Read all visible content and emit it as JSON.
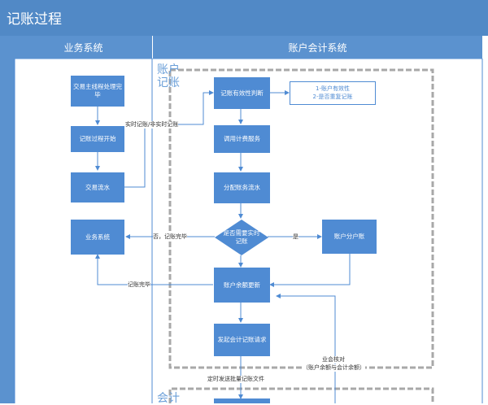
{
  "title": "记账过程",
  "lanes": {
    "business": "业务系统",
    "account": "账户会计系统"
  },
  "groups": {
    "account_booking": "账户\n记账",
    "accounting_booking": "会计"
  },
  "business_nodes": {
    "trade_main": "交易主线程处理完毕",
    "booking_start": "记账过程开始",
    "trade_flow": "交易流水",
    "business_system": "业务系统"
  },
  "account_nodes": {
    "validity_check": "记账有效性判断",
    "call_billing": "调用计费服务",
    "allocate_flow": "分配账务流水",
    "decision": "是否需要实时记账",
    "sub_account": "账户分户账",
    "balance_update": "账户余额更新",
    "initiate_request": "发起会计记账请求"
  },
  "note": [
    "1-账户有效性",
    "2-是否重复记账"
  ],
  "edge_labels": {
    "realtime": "实时记账/非实时记账",
    "no_done": "否，记账完毕",
    "yes": "是",
    "done": "记账完毕",
    "batch": "定时发送批量记账文件",
    "reconcile_1": "业会核对",
    "reconcile_2": "（账户余额与会计余额）"
  }
}
